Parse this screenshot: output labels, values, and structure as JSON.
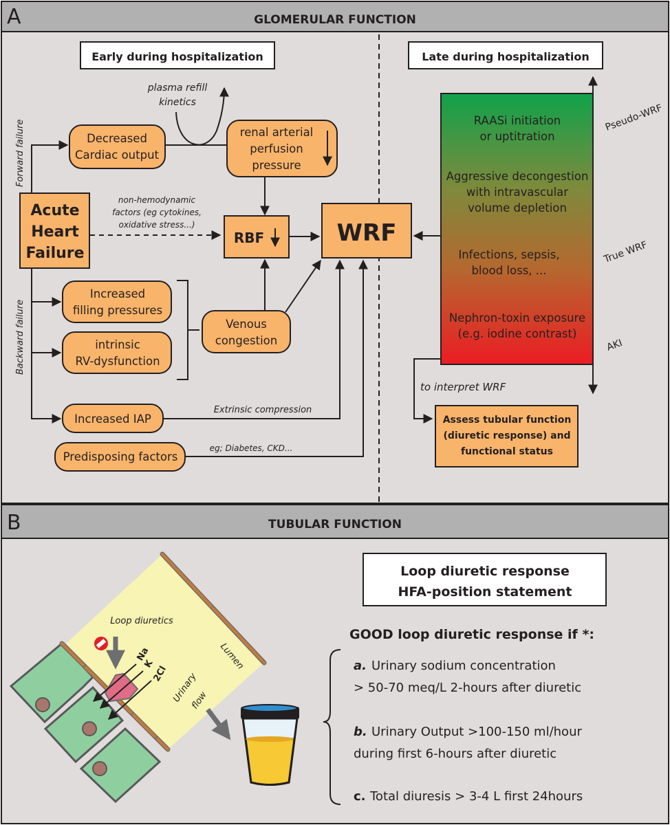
{
  "panel_a": {
    "letter": "A",
    "title": "GLOMERULAR FUNCTION",
    "early_label": "Early during hospitalization",
    "late_label": "Late during hospitalization",
    "forward_failure": "Forward failure",
    "backward_failure": "Backward failure",
    "acute_hf": [
      "Acute",
      "Heart",
      "Failure"
    ],
    "decreased_co": [
      "Decreased",
      "Cardiac output"
    ],
    "plasma_refill": [
      "plasma refill",
      "kinetics"
    ],
    "renal_perfusion": [
      "renal arterial",
      "perfusion",
      "pressure"
    ],
    "non_hemodynamic": [
      "non-hemodynamic",
      "factors (eg cytokines,",
      "oxidative stress...)"
    ],
    "rbf": "RBF",
    "wrf": "WRF",
    "filling_pressures": [
      "Increased",
      "filling pressures"
    ],
    "rv_dysfunction": [
      "intrinsic",
      "RV-dysfunction"
    ],
    "venous_congestion": [
      "Venous",
      "congestion"
    ],
    "increased_iap": "Increased IAP",
    "extrinsic_compression": "Extrinsic compression",
    "predisposing": "Predisposing factors",
    "predisposing_eg": "eg; Diabetes, CKD...",
    "late_causes": [
      [
        "RAASi initiation",
        "or uptitration"
      ],
      [
        "Aggressive decongestion",
        "with intravascular",
        "volume depletion"
      ],
      [
        "Infections, sepsis,",
        "blood loss, ..."
      ],
      [
        "Nephron-toxin exposure",
        "(e.g. iodine contrast)"
      ]
    ],
    "scale_labels": [
      "Pseudo-WRF",
      "True WRF",
      "AKI"
    ],
    "interpret": "to interpret WRF",
    "assess": [
      "Assess tubular function",
      "(diuretic response) and",
      "functional status"
    ],
    "gradient_colors": [
      "#0fa24b",
      "#7e8a3c",
      "#b5682f",
      "#ec1c24"
    ]
  },
  "panel_b": {
    "letter": "B",
    "title": "TUBULAR FUNCTION",
    "loop_diuretics": "Loop diuretics",
    "ions": [
      "Na",
      "K",
      "2Cl"
    ],
    "lumen": "Lumen",
    "urinary_flow": [
      "Urinary",
      "flow"
    ],
    "box_title": [
      "Loop diuretic response",
      "HFA-position statement"
    ],
    "good_response": "GOOD loop diuretic response if *:",
    "criteria": [
      {
        "key": "a.",
        "lines": [
          "Urinary sodium concentration",
          "> 50-70 meq/L 2-hours after diuretic"
        ]
      },
      {
        "key": "b.",
        "lines": [
          "Urinary Output >100-150 ml/hour",
          "during first 6-hours after diuretic"
        ]
      },
      {
        "key": "c.",
        "lines": [
          "Total diuresis > 3-4 L first 24hours"
        ]
      }
    ]
  },
  "colors": {
    "header_bg": "#b1b1b1",
    "panel_bg": "#dfdcdb",
    "orange_box": "#f9b46b",
    "cell_green": "#8fcf9f",
    "lumen_yellow": "#f7f4b4",
    "membrane": "#c77b38",
    "cotransporter": "#e06c86",
    "urine": "#f6c935",
    "cap_blue": "#2e8fd0"
  }
}
